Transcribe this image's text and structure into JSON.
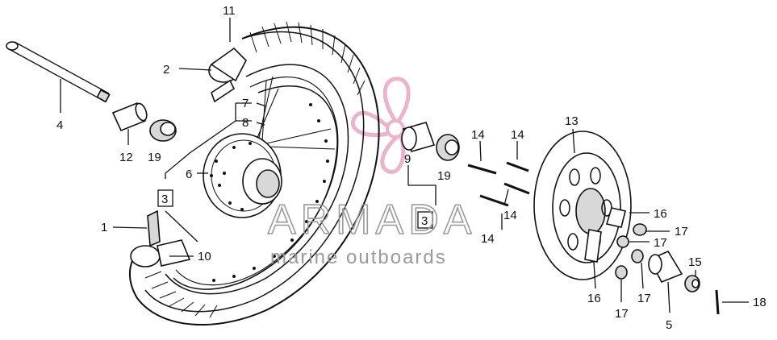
{
  "watermark": {
    "brand": "ARMADA",
    "tagline": "marine outboards",
    "logo_color": "#e8a6c4",
    "text_color": "#9a9a9a"
  },
  "callouts": [
    {
      "id": "c-11",
      "text": "11"
    },
    {
      "id": "c-2",
      "text": "2"
    },
    {
      "id": "c-4",
      "text": "4"
    },
    {
      "id": "c-12",
      "text": "12"
    },
    {
      "id": "c-19a",
      "text": "19"
    },
    {
      "id": "c-7",
      "text": "7"
    },
    {
      "id": "c-8",
      "text": "8"
    },
    {
      "id": "c-6",
      "text": "6"
    },
    {
      "id": "c-3a",
      "text": "3"
    },
    {
      "id": "c-1",
      "text": "1"
    },
    {
      "id": "c-10",
      "text": "10"
    },
    {
      "id": "c-9",
      "text": "9"
    },
    {
      "id": "c-19b",
      "text": "19"
    },
    {
      "id": "c-3b",
      "text": "3"
    },
    {
      "id": "c-14a",
      "text": "14"
    },
    {
      "id": "c-14b",
      "text": "14"
    },
    {
      "id": "c-14c",
      "text": "14"
    },
    {
      "id": "c-14d",
      "text": "14"
    },
    {
      "id": "c-13",
      "text": "13"
    },
    {
      "id": "c-16a",
      "text": "16"
    },
    {
      "id": "c-17a",
      "text": "17"
    },
    {
      "id": "c-17b",
      "text": "17"
    },
    {
      "id": "c-16b",
      "text": "16"
    },
    {
      "id": "c-17c",
      "text": "17"
    },
    {
      "id": "c-17d",
      "text": "17"
    },
    {
      "id": "c-5",
      "text": "5"
    },
    {
      "id": "c-15",
      "text": "15"
    },
    {
      "id": "c-18",
      "text": "18"
    }
  ]
}
